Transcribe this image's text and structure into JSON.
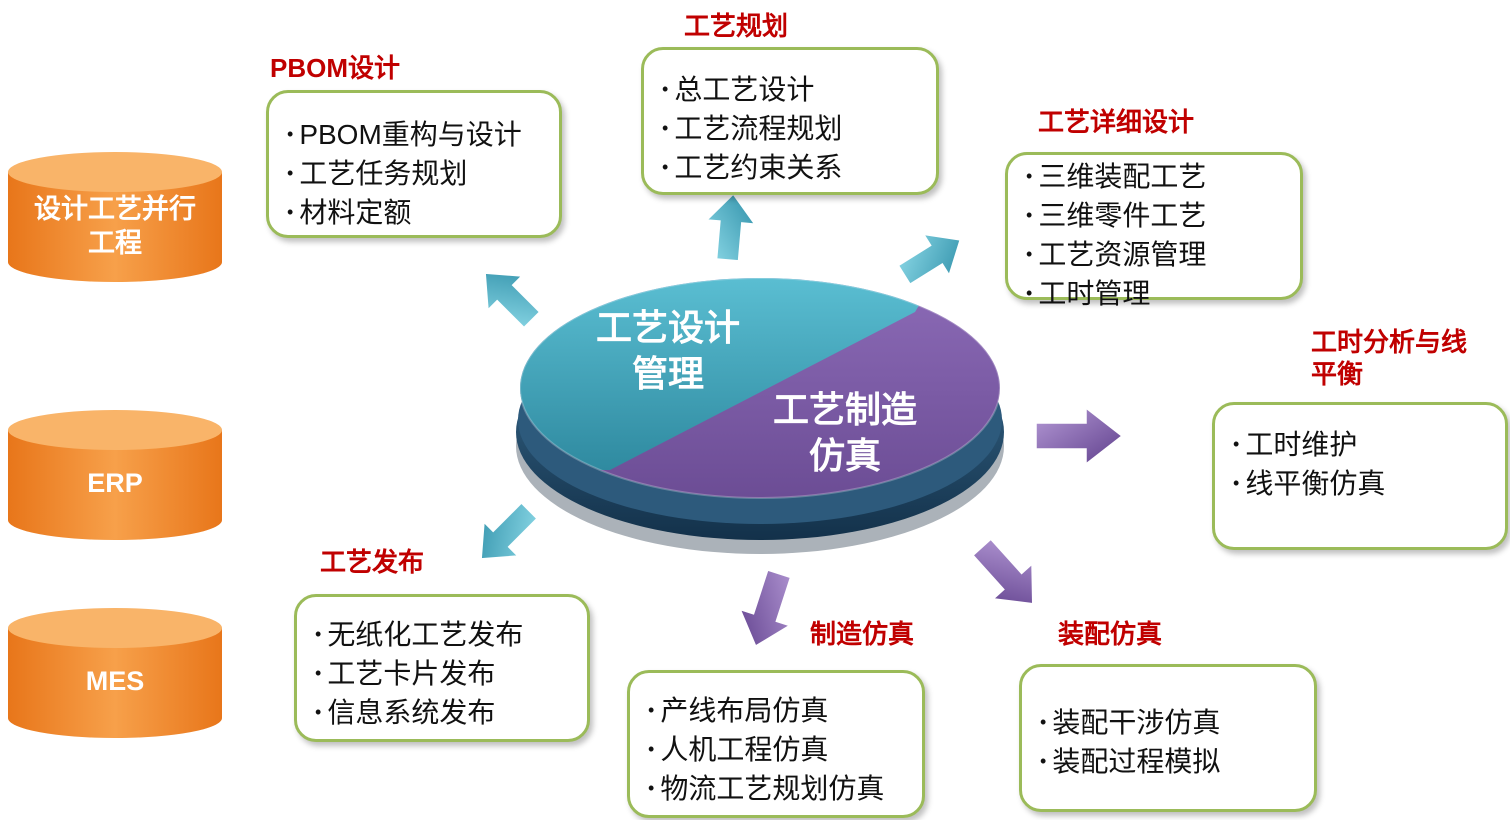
{
  "systems": [
    {
      "label_lines": [
        "设计工艺并行",
        "工程"
      ]
    },
    {
      "label_lines": [
        "ERP"
      ]
    },
    {
      "label_lines": [
        "MES"
      ]
    }
  ],
  "hub": {
    "left_label_lines": [
      "工艺设计",
      "管理"
    ],
    "right_label_lines": [
      "工艺制造",
      "仿真"
    ]
  },
  "sections": {
    "pbom": {
      "title": "PBOM设计",
      "items": [
        "PBOM重构与设计",
        "工艺任务规划",
        "材料定额"
      ]
    },
    "planning": {
      "title": "工艺规划",
      "items": [
        "总工艺设计",
        "工艺流程规划",
        "工艺约束关系"
      ]
    },
    "detail": {
      "title": "工艺详细设计",
      "items": [
        "三维装配工艺",
        "三维零件工艺",
        "工艺资源管理",
        "工时管理"
      ]
    },
    "worktime": {
      "title_lines": [
        "工时分析与线",
        "平衡"
      ],
      "items": [
        "工时维护",
        "线平衡仿真"
      ]
    },
    "release": {
      "title": "工艺发布",
      "items": [
        "无纸化工艺发布",
        "工艺卡片发布",
        "信息系统发布"
      ]
    },
    "mfg_sim": {
      "title": "制造仿真",
      "items": [
        "产线布局仿真",
        "人机工程仿真",
        "物流工艺规划仿真"
      ]
    },
    "asm_sim": {
      "title": "装配仿真",
      "items": [
        "装配干涉仿真",
        "装配过程模拟"
      ]
    }
  },
  "colors": {
    "cylinder": "#f08a24",
    "hub_left": "#3fa2b6",
    "hub_right": "#7a5aa3",
    "hub_base": "#1f4563",
    "arrow_teal": "#4ab3cc",
    "arrow_purple": "#8466b3",
    "box_border": "#9bbb59",
    "title_red": "#c00000"
  }
}
